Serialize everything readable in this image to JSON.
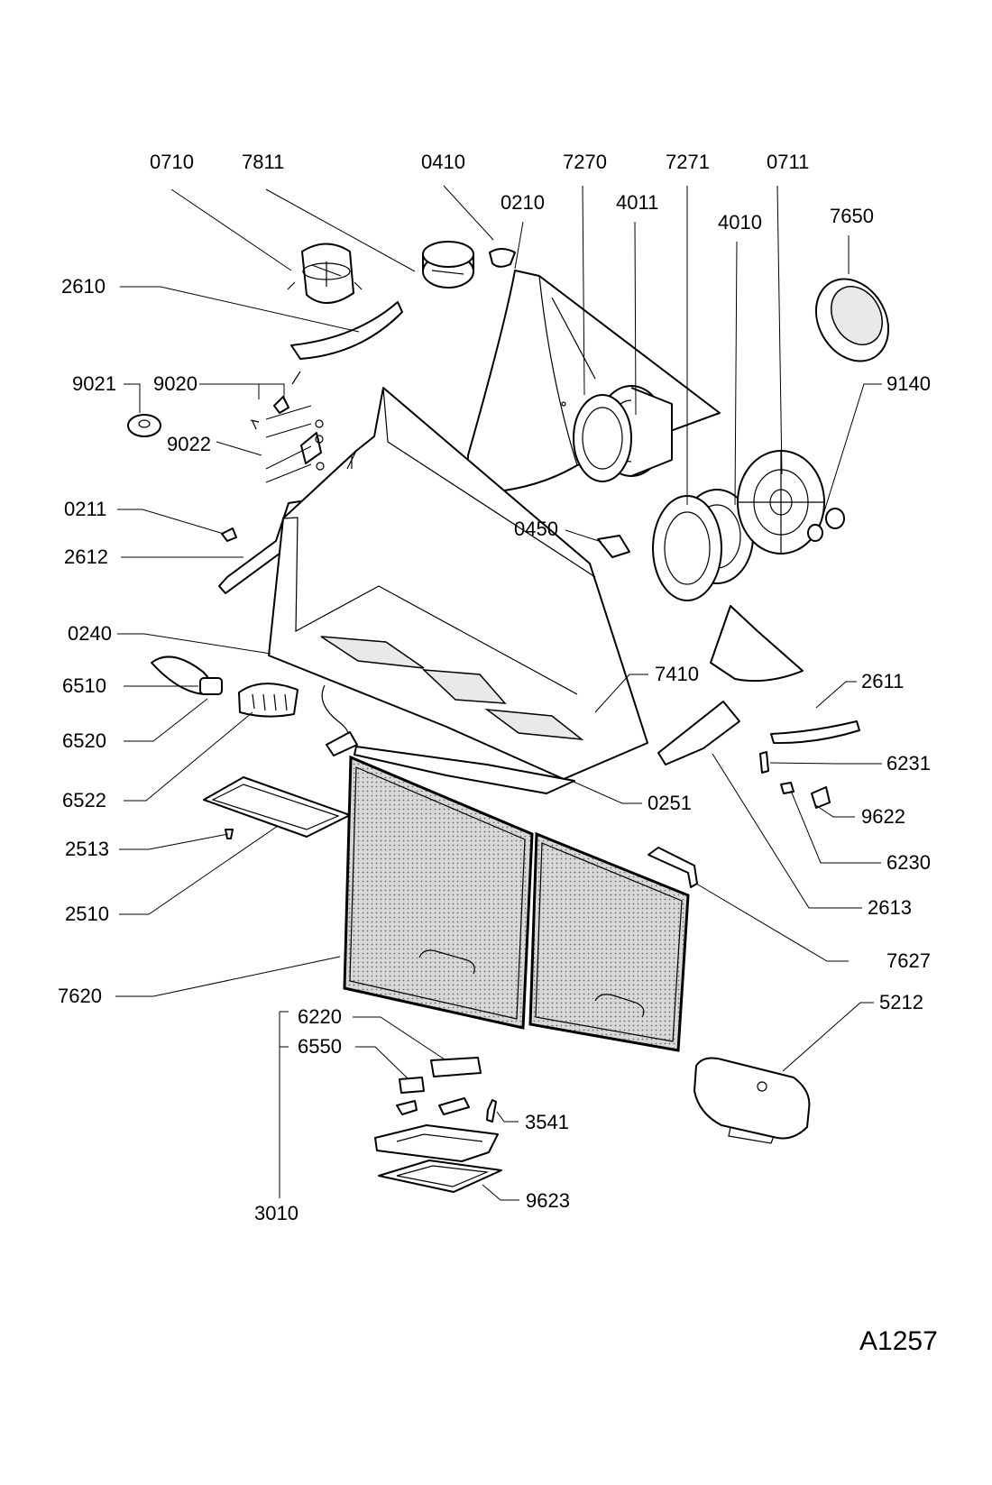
{
  "diagram_code": "A1257",
  "labels": {
    "p0710": "0710",
    "p7811": "7811",
    "p0410": "0410",
    "p0210": "0210",
    "p7270": "7270",
    "p4011": "4011",
    "p7271": "7271",
    "p4010": "4010",
    "p0711": "0711",
    "p7650": "7650",
    "p2610": "2610",
    "p9021": "9021",
    "p9020": "9020",
    "p9022": "9022",
    "p9140": "9140",
    "p0211": "0211",
    "p0450": "0450",
    "p2612": "2612",
    "p0240": "0240",
    "p6510": "6510",
    "p7410": "7410",
    "p2611": "2611",
    "p6520": "6520",
    "p6231": "6231",
    "p6522": "6522",
    "p0251": "0251",
    "p9622": "9622",
    "p2513": "2513",
    "p6230": "6230",
    "p2510": "2510",
    "p2613": "2613",
    "p7627": "7627",
    "p7620": "7620",
    "p5212": "5212",
    "p6220": "6220",
    "p6550": "6550",
    "p3541": "3541",
    "p9623": "9623",
    "p3010": "3010"
  }
}
